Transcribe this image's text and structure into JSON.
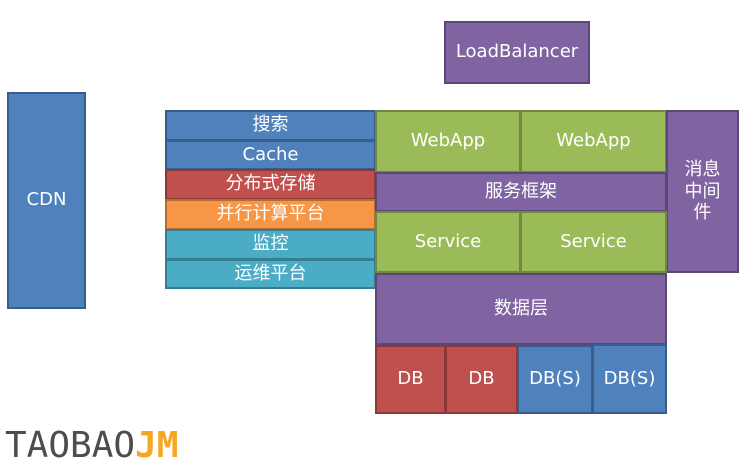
{
  "diagram": {
    "cdn": "CDN",
    "load_balancer": "LoadBalancer",
    "left_stack": {
      "search": "搜索",
      "cache": "Cache",
      "distributed_storage": "分布式存储",
      "parallel_computing": "并行计算平台",
      "monitoring": "监控",
      "operations": "运维平台"
    },
    "webapp_1": "WebApp",
    "webapp_2": "WebApp",
    "service_framework": "服务框架",
    "service_1": "Service",
    "service_2": "Service",
    "message_middleware": "消息中间件",
    "data_layer": "数据层",
    "databases": {
      "db_1": "DB",
      "db_2": "DB",
      "db_s_1": "DB(S)",
      "db_s_2": "DB(S)"
    }
  },
  "logo": {
    "main": "TAOBAO",
    "accent": "JM"
  },
  "colors": {
    "blue": "#4f81bd",
    "green": "#9bbb59",
    "purple": "#8064a2",
    "red": "#c0504d",
    "orange": "#f79646",
    "cyan": "#4bacc6"
  }
}
